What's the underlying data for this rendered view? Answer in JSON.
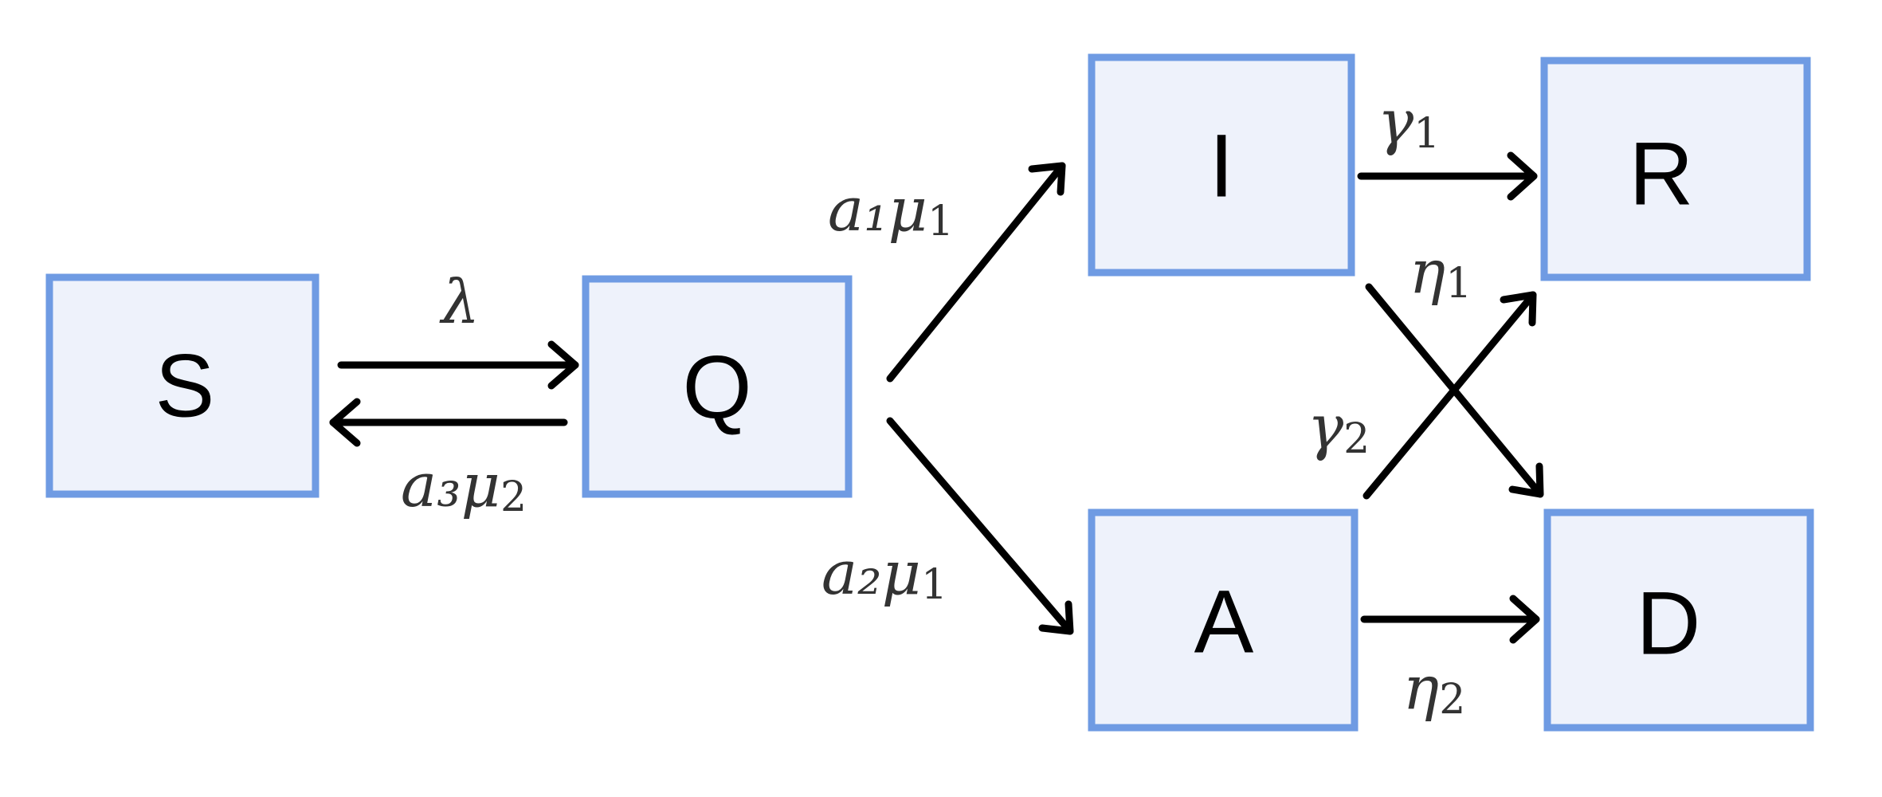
{
  "colors": {
    "box_border": "#6f9be3",
    "box_fill": "#eef2fb",
    "arrow": "#000000",
    "label_text": "#333333"
  },
  "nodes": [
    {
      "id": "S",
      "label": "S"
    },
    {
      "id": "Q",
      "label": "Q"
    },
    {
      "id": "I",
      "label": "I"
    },
    {
      "id": "A",
      "label": "A"
    },
    {
      "id": "R",
      "label": "R"
    },
    {
      "id": "D",
      "label": "D"
    }
  ],
  "edges": [
    {
      "from": "S",
      "to": "Q",
      "label": {
        "base": "λ",
        "sub": ""
      }
    },
    {
      "from": "Q",
      "to": "S",
      "label": {
        "base": "a₃μ",
        "sub": "2"
      }
    },
    {
      "from": "Q",
      "to": "I",
      "label": {
        "base": "a₁μ",
        "sub": "1"
      }
    },
    {
      "from": "Q",
      "to": "A",
      "label": {
        "base": "a₂μ",
        "sub": "1"
      }
    },
    {
      "from": "I",
      "to": "R",
      "label": {
        "base": "γ",
        "sub": "1"
      }
    },
    {
      "from": "I",
      "to": "D",
      "label": {
        "base": "η",
        "sub": "1"
      }
    },
    {
      "from": "A",
      "to": "R",
      "label": {
        "base": "γ",
        "sub": "2"
      }
    },
    {
      "from": "A",
      "to": "D",
      "label": {
        "base": "η",
        "sub": "2"
      }
    }
  ]
}
